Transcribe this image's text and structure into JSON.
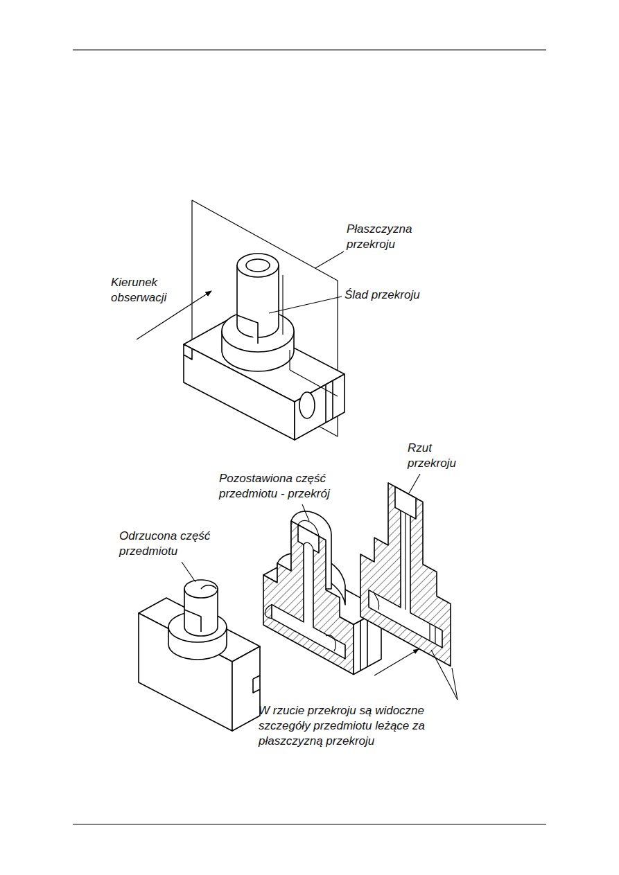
{
  "diagram": {
    "labels": [
      "Płaszczyzna przekroju",
      "Kierunek obserwacji",
      "Ślad przekroju",
      "Rzut przekroju",
      "Pozostawiona część przedmiotu - przekrój",
      "Odrzucona część przedmiotu",
      "W rzucie przekroju są widoczne szczegóły przedmiotu leżące za płaszczyzną przekroju"
    ]
  }
}
